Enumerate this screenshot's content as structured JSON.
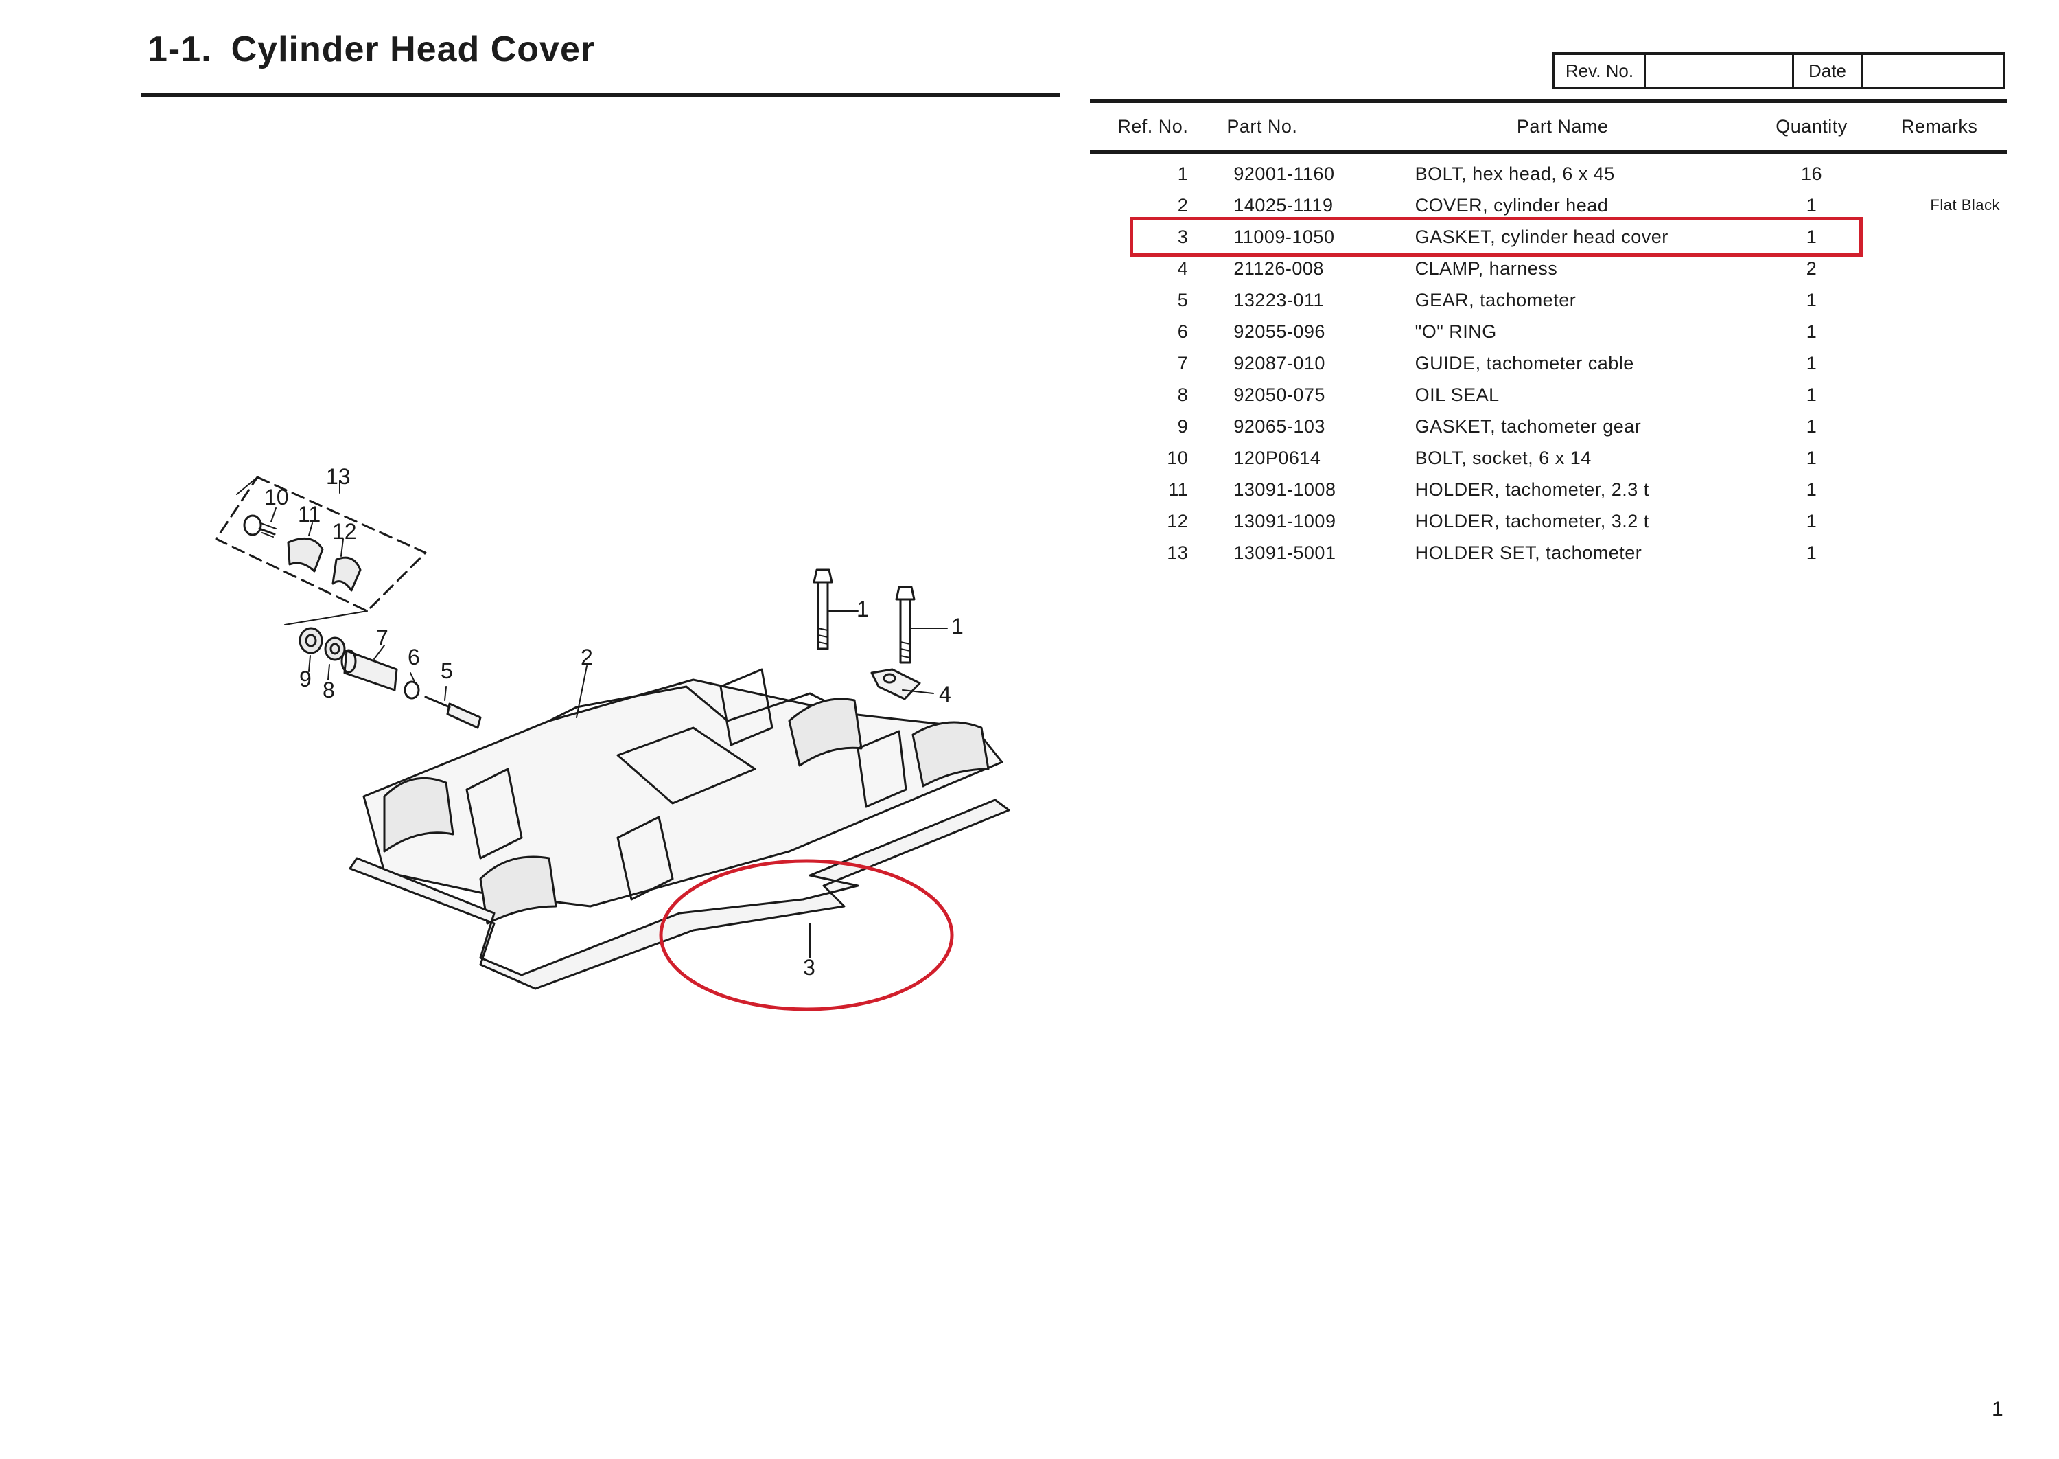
{
  "header": {
    "section_number": "1-1.",
    "title": "Cylinder Head Cover"
  },
  "revision_box": {
    "rev_label": "Rev. No.",
    "rev_value": "",
    "date_label": "Date",
    "date_value": ""
  },
  "table": {
    "columns": [
      "Ref. No.",
      "Part No.",
      "Part Name",
      "Quantity",
      "Remarks"
    ],
    "rows": [
      {
        "ref": "1",
        "part_no": "92001-1160",
        "name": "BOLT, hex head, 6 x 45",
        "qty": "16",
        "remarks": ""
      },
      {
        "ref": "2",
        "part_no": "14025-1119",
        "name": "COVER, cylinder head",
        "qty": "1",
        "remarks": "Flat Black"
      },
      {
        "ref": "3",
        "part_no": "11009-1050",
        "name": "GASKET, cylinder head cover",
        "qty": "1",
        "remarks": ""
      },
      {
        "ref": "4",
        "part_no": "21126-008",
        "name": "CLAMP, harness",
        "qty": "2",
        "remarks": ""
      },
      {
        "ref": "5",
        "part_no": "13223-011",
        "name": "GEAR, tachometer",
        "qty": "1",
        "remarks": ""
      },
      {
        "ref": "6",
        "part_no": "92055-096",
        "name": "\"O\" RING",
        "qty": "1",
        "remarks": ""
      },
      {
        "ref": "7",
        "part_no": "92087-010",
        "name": "GUIDE, tachometer cable",
        "qty": "1",
        "remarks": ""
      },
      {
        "ref": "8",
        "part_no": "92050-075",
        "name": "OIL SEAL",
        "qty": "1",
        "remarks": ""
      },
      {
        "ref": "9",
        "part_no": "92065-103",
        "name": "GASKET, tachometer gear",
        "qty": "1",
        "remarks": ""
      },
      {
        "ref": "10",
        "part_no": "120P0614",
        "name": "BOLT, socket, 6 x 14",
        "qty": "1",
        "remarks": ""
      },
      {
        "ref": "11",
        "part_no": "13091-1008",
        "name": "HOLDER, tachometer, 2.3 t",
        "qty": "1",
        "remarks": ""
      },
      {
        "ref": "12",
        "part_no": "13091-1009",
        "name": "HOLDER, tachometer, 3.2 t",
        "qty": "1",
        "remarks": ""
      },
      {
        "ref": "13",
        "part_no": "13091-5001",
        "name": "HOLDER SET, tachometer",
        "qty": "1",
        "remarks": ""
      }
    ]
  },
  "diagram": {
    "callouts": {
      "c1a": "1",
      "c1b": "1",
      "c2": "2",
      "c3": "3",
      "c4": "4",
      "c5": "5",
      "c6": "6",
      "c7": "7",
      "c8": "8",
      "c9": "9",
      "c10": "10",
      "c11": "11",
      "c12": "12",
      "c13": "13"
    }
  },
  "annotation": {
    "highlight_color": "#d11f2c"
  },
  "footer": {
    "page_number": "1"
  }
}
